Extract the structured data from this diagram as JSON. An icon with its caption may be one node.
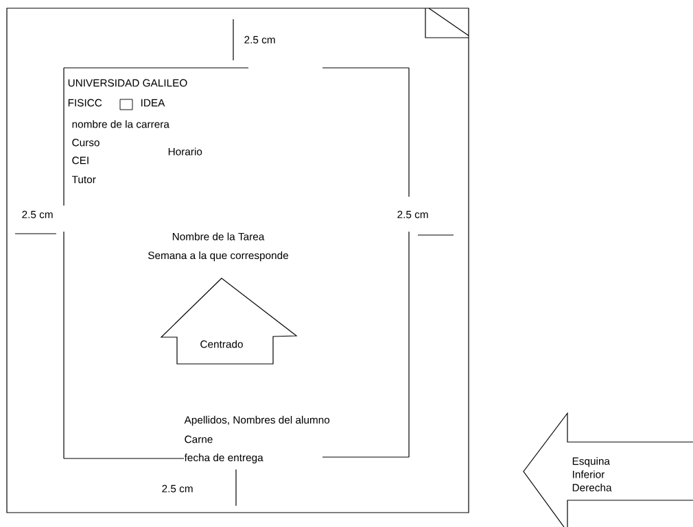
{
  "diagram": {
    "nodes": [
      {
        "text": [
          "Centrado"
        ]
      },
      {
        "text": [
          "Esquina Inferior Derecha"
        ]
      }
    ],
    "edges": [],
    "labels": [
      "2.5 cm",
      "UNIVERSIDAD GALILEO",
      "FISICC",
      "IDEA",
      "nombre de la carrera",
      "Curso",
      "Horario",
      "CEI",
      "Tutor",
      "2.5 cm",
      "2.5 cm",
      "Nombre de la Tarea",
      "Semana a la que corresponde",
      "Apellidos, Nombres del alumno",
      "Carne",
      "fecha de entrega",
      "2.5 cm"
    ]
  }
}
